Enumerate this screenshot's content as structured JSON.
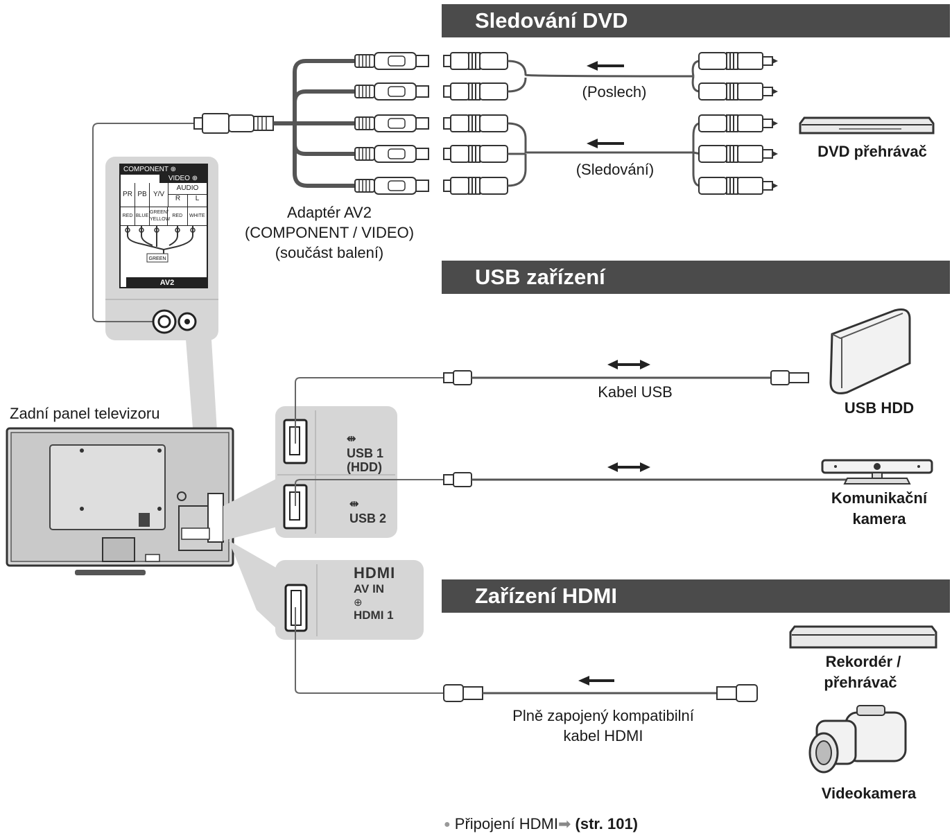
{
  "sections": {
    "dvd_title": "Sledování DVD",
    "usb_title": "USB zařízení",
    "hdmi_title": "Zařízení HDMI"
  },
  "labels": {
    "listening": "(Poslech)",
    "watching": "(Sledování)",
    "dvd_player": "DVD přehrávač",
    "adapter_line1": "Adaptér AV2",
    "adapter_line2": "(COMPONENT / VIDEO)",
    "adapter_line3": "(součást balení)",
    "tv_rear": "Zadní panel televizoru",
    "usb_cable": "Kabel USB",
    "usb_hdd": "USB HDD",
    "camera_line1": "Komunikační",
    "camera_line2": "kamera",
    "recorder_line1": "Rekordér /",
    "recorder_line2": "přehrávač",
    "hdmi_cable_line1": "Plně zapojený kompatibilní",
    "hdmi_cable_line2": "kabel HDMI",
    "camcorder": "Videokamera",
    "footnote_text": "Připojení HDMI",
    "footnote_ref": "(str. 101)"
  },
  "panel_av2": {
    "component": "COMPONENT",
    "video": "VIDEO",
    "audio": "AUDIO",
    "pr": "PR",
    "pb": "PB",
    "yv": "Y/V",
    "r": "R",
    "l": "L",
    "red": "RED",
    "blue": "BLUE",
    "green_yellow": "GREEN/ YELLOW",
    "red2": "RED",
    "white": "WHITE",
    "green": "GREEN",
    "av2": "AV2"
  },
  "panel_usb": {
    "usb1": "USB 1",
    "usb1_sub": "(HDD)",
    "usb2": "USB 2"
  },
  "panel_hdmi": {
    "logo": "HDMI",
    "av_in": "AV IN",
    "hdmi1": "HDMI 1"
  },
  "colors": {
    "banner": "#4b4b4b",
    "panel": "#d6d6d6",
    "cable": "#555555"
  },
  "icons": [
    "arrow-left-icon",
    "arrow-both-icon",
    "usb-icon",
    "input-icon",
    "bullet-icon",
    "arrow-right-icon"
  ]
}
